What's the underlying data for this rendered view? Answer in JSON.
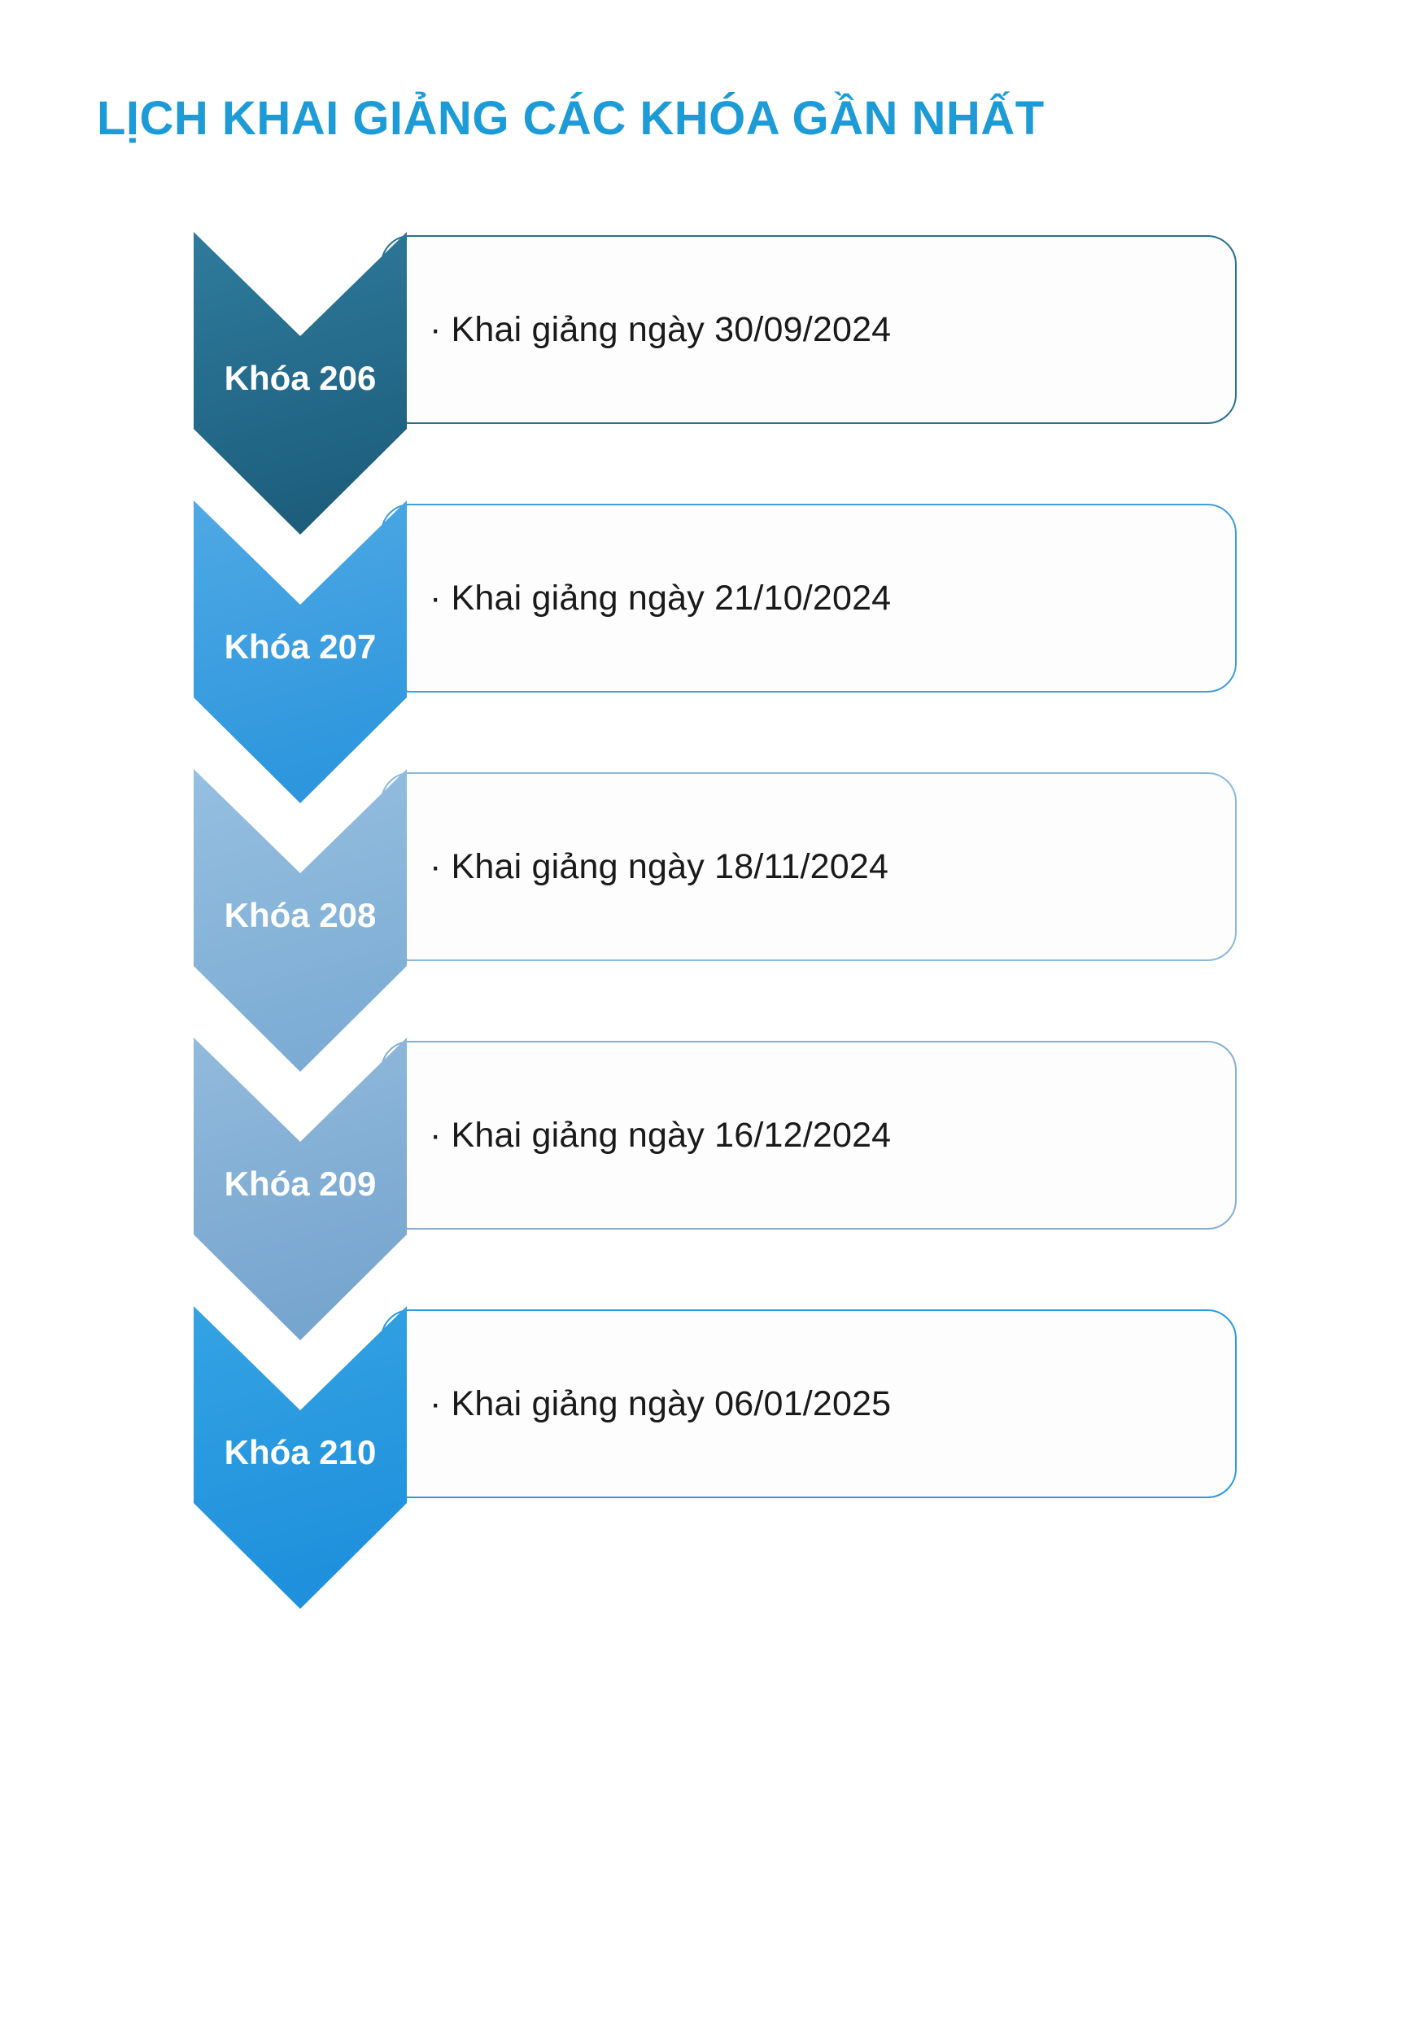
{
  "header": {
    "title": "LỊCH KHAI GIẢNG CÁC KHÓA GẦN NHẤT",
    "title_color": "#1D9BD6"
  },
  "schedule": {
    "rows": [
      {
        "label": "Khóa 206",
        "bullet": "·",
        "date_text": "Khai giảng ngày 30/09/2024",
        "chevron_top_color": "#2F7B9C",
        "chevron_bottom_color": "#1D5E7D",
        "box_border_color": "#27708F"
      },
      {
        "label": "Khóa 207",
        "bullet": "·",
        "date_text": "Khai giảng ngày 21/10/2024",
        "chevron_top_color": "#4FA9E4",
        "chevron_bottom_color": "#2D96DD",
        "box_border_color": "#3C9EDF"
      },
      {
        "label": "Khóa 208",
        "bullet": "·",
        "date_text": "Khai giảng ngày 18/11/2024",
        "chevron_top_color": "#96BFE0",
        "chevron_bottom_color": "#7CACD4",
        "box_border_color": "#8CB8DC"
      },
      {
        "label": "Khóa 209",
        "bullet": "·",
        "date_text": "Khai giảng ngày 16/12/2024",
        "chevron_top_color": "#92BADC",
        "chevron_bottom_color": "#76A5CE",
        "box_border_color": "#86AFD5"
      },
      {
        "label": "Khóa 210",
        "bullet": "·",
        "date_text": "Khai giảng ngày 06/01/2025",
        "chevron_top_color": "#35A3E3",
        "chevron_bottom_color": "#1E90DC",
        "box_border_color": "#2A9ADF"
      }
    ]
  }
}
